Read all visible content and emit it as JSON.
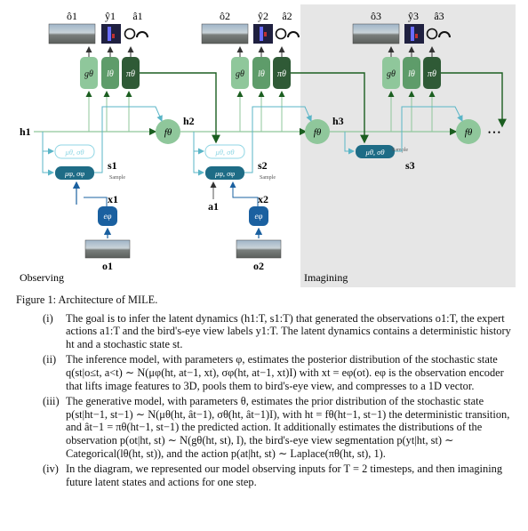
{
  "diagram": {
    "timesteps": [
      {
        "obs_hat": "ô1",
        "bev_hat": "ŷ1",
        "act_hat": "â1",
        "h": "h1",
        "s": "s1",
        "x": "x1",
        "o": "o1",
        "a": ""
      },
      {
        "obs_hat": "ô2",
        "bev_hat": "ŷ2",
        "act_hat": "â2",
        "h": "h2",
        "s": "s2",
        "x": "x2",
        "o": "o2",
        "a": "a1"
      },
      {
        "obs_hat": "ô3",
        "bev_hat": "ŷ3",
        "act_hat": "â3",
        "h": "h3",
        "s": "s3",
        "x": "",
        "o": "",
        "a": ""
      }
    ],
    "decoders": [
      "gθ",
      "lθ",
      "πθ"
    ],
    "transition": "fθ",
    "prior_label": "μθ, σθ",
    "posterior_label": "μφ, σφ",
    "encoder_label": "eφ",
    "sample_label": "Sample",
    "ellipsis": "• • •",
    "section_observing": "Observing",
    "section_imagining": "Imagining",
    "colors": {
      "light_green": "#8fc79b",
      "mid_green": "#5e9c6a",
      "dark_green": "#2f5a36",
      "teal_dark": "#1e6c86",
      "teal_light": "#cfeef5",
      "blue_enc": "#1a60a0",
      "arrow_green": "#1b5e20",
      "arrow_teal": "#5ab5c7",
      "imagining_bg": "#e6e6e6"
    }
  },
  "caption": {
    "title": "Figure 1: Architecture of MILE.",
    "items": [
      {
        "num": "(i)",
        "text": "The goal is to infer the latent dynamics (h1:T, s1:T) that generated the observations o1:T, the expert actions a1:T and the bird's-eye view labels y1:T. The latent dynamics contains a deterministic history ht and a stochastic state st."
      },
      {
        "num": "(ii)",
        "text": "The inference model, with parameters φ, estimates the posterior distribution of the stochastic state q(st|o≤t, a<t) ∼ N(μφ(ht, at−1, xt), σφ(ht, at−1, xt)I) with xt = eφ(ot). eφ is the observation encoder that lifts image features to 3D, pools them to bird's-eye view, and compresses to a 1D vector."
      },
      {
        "num": "(iii)",
        "text": "The generative model, with parameters θ, estimates the prior distribution of the stochastic state p(st|ht−1, st−1) ∼ N(μθ(ht, ât−1), σθ(ht, ât−1)I), with ht = fθ(ht−1, st−1) the deterministic transition, and ât−1 = πθ(ht−1, st−1) the predicted action. It additionally estimates the distributions of the observation p(ot|ht, st) ∼ N(gθ(ht, st), I), the bird's-eye view segmentation p(yt|ht, st) ∼ Categorical(lθ(ht, st)), and the action p(at|ht, st) ∼ Laplace(πθ(ht, st), 1)."
      },
      {
        "num": "(iv)",
        "text": "In the diagram, we represented our model observing inputs for T = 2 timesteps, and then imagining future latent states and actions for one step."
      }
    ]
  }
}
